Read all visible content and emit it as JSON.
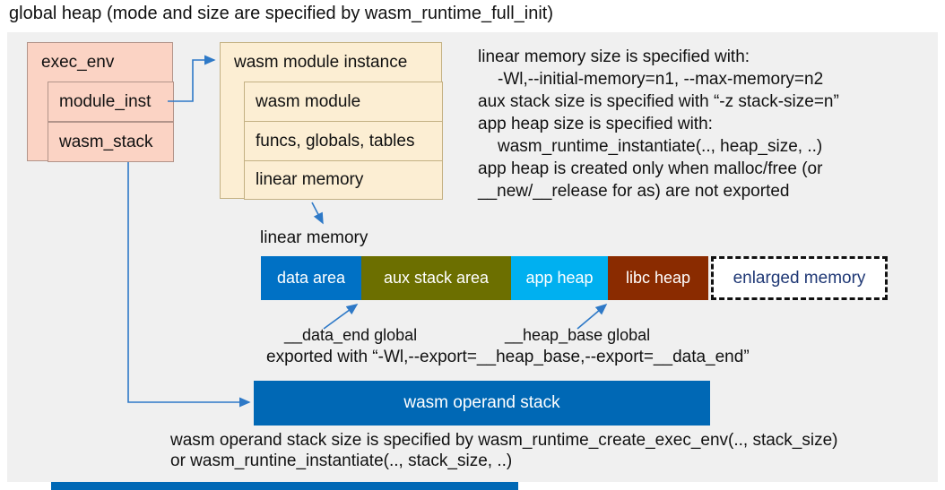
{
  "title": "global heap (mode and size are specified by wasm_runtime_full_init)",
  "exec_env": {
    "label": "exec_env",
    "rows": [
      "module_inst",
      "wasm_stack"
    ]
  },
  "module_instance": {
    "label": "wasm module instance",
    "rows": [
      "wasm module",
      "funcs, globals, tables",
      "linear memory"
    ]
  },
  "notes": {
    "lines": [
      "linear memory size is specified with:",
      "-Wl,--initial-memory=n1, --max-memory=n2",
      "aux stack size is specified with “-z stack-size=n”",
      "app heap size is specified with:",
      "wasm_runtime_instantiate(.., heap_size, ..)",
      "app heap is created only when malloc/free (or",
      "__new/__release for as) are not exported"
    ]
  },
  "linear_memory": {
    "label": "linear memory",
    "segments": [
      {
        "label": "data area",
        "bg": "#0071c5",
        "fg": "#ffffff"
      },
      {
        "label": "aux stack area",
        "bg": "#6c6f00",
        "fg": "#ffffff"
      },
      {
        "label": "app heap",
        "bg": "#00b0f0",
        "fg": "#ffffff"
      },
      {
        "label": "libc heap",
        "bg": "#8a2b00",
        "fg": "#ffffff"
      },
      {
        "label": "enlarged memory",
        "bg": "#ffffff",
        "fg": "#1f3875",
        "dashed": true
      }
    ],
    "data_end_label": "__data_end global",
    "heap_base_label": "__heap_base global",
    "export_line": "exported with “-Wl,--export=__heap_base,--export=__data_end”"
  },
  "operand_stack": {
    "label": "wasm operand stack"
  },
  "footer": {
    "lines": [
      "wasm operand stack size is specified by wasm_runtime_create_exec_env(.., stack_size)",
      "or wasm_runtine_instantiate(.., stack_size, ..)"
    ]
  },
  "colors": {
    "panel_background": "#f0f0f0",
    "struct_box_pink": "#fbd3c4",
    "struct_box_cream": "#fceed3",
    "data_area_blue": "#0071c5",
    "aux_stack_olive": "#6c6f00",
    "app_heap_cyan": "#00b0f0",
    "libc_heap_brick": "#8a2b00",
    "enlarged_memory_text": "#1f3875",
    "operand_stack_blue": "#0068b5",
    "arrow_blue": "#2e79c7"
  }
}
